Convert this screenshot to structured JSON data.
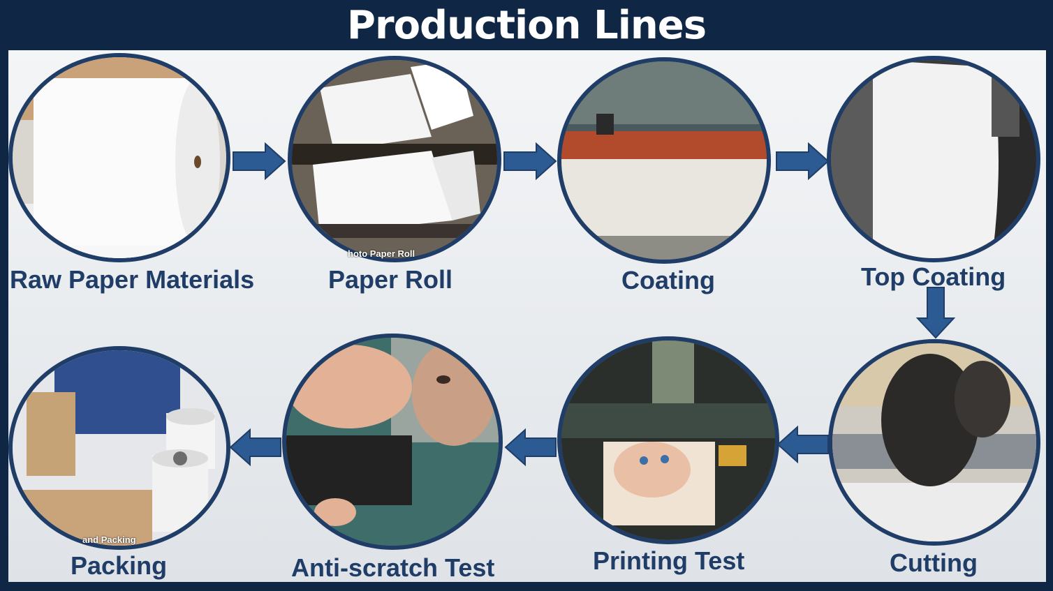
{
  "title": "Production Lines",
  "colors": {
    "accent": "#1f3d66",
    "arrow": "#2c5a92",
    "frame": "#0f2744"
  },
  "steps": [
    {
      "label": "Raw Paper Materials"
    },
    {
      "label": "Paper Roll",
      "watermark": "hoto Paper Roll"
    },
    {
      "label": "Coating"
    },
    {
      "label": "Top Coating"
    },
    {
      "label": "Cutting"
    },
    {
      "label": "Printing Test"
    },
    {
      "label": "Anti-scratch Test"
    },
    {
      "label": "Packing",
      "watermark": "and Packing"
    }
  ]
}
